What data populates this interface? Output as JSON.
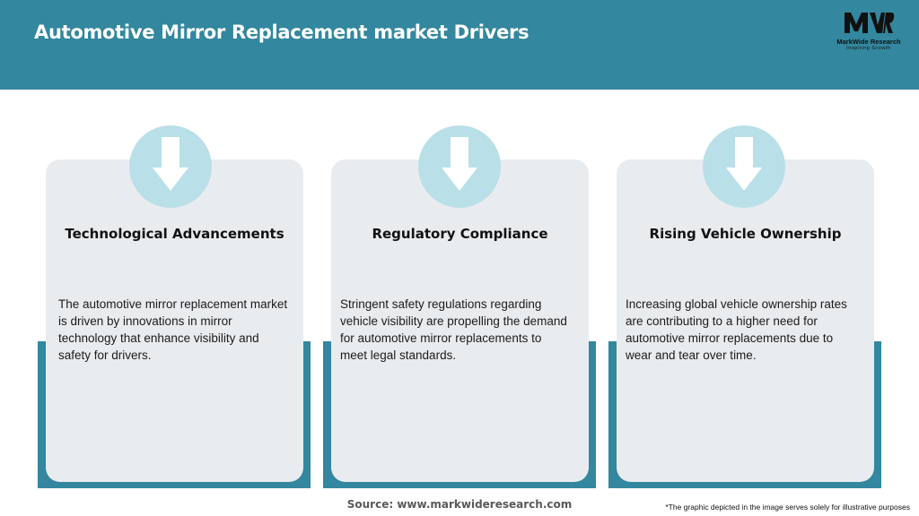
{
  "header": {
    "title": "Automotive Mirror Replacement market Drivers",
    "logo": {
      "mark": "MWR",
      "name": "MarkWide Research",
      "tagline": "Inspiring Growth"
    }
  },
  "cards": [
    {
      "icon": "arrow-down-icon",
      "heading": "Technological Advancements",
      "text": "The automotive mirror replacement market is driven by innovations in mirror technology that enhance visibility and safety for drivers."
    },
    {
      "icon": "arrow-down-icon",
      "heading": "Regulatory Compliance",
      "text": "Stringent safety regulations regarding vehicle visibility are propelling the demand for automotive mirror replacements to meet legal standards."
    },
    {
      "icon": "arrow-down-icon",
      "heading": "Rising Vehicle Ownership",
      "text": "Increasing global vehicle ownership rates are contributing to a higher need for automotive mirror replacements due to wear and tear over time."
    }
  ],
  "footer": {
    "source": "Source: www.markwideresearch.com",
    "disclaimer": "*The graphic depicted in the image serves solely for illustrative purposes"
  },
  "colors": {
    "header_bg": "#33879e",
    "accent": "#33879e",
    "icon_circle": "#b9dfe8",
    "card_bg": "#e9ecef"
  }
}
